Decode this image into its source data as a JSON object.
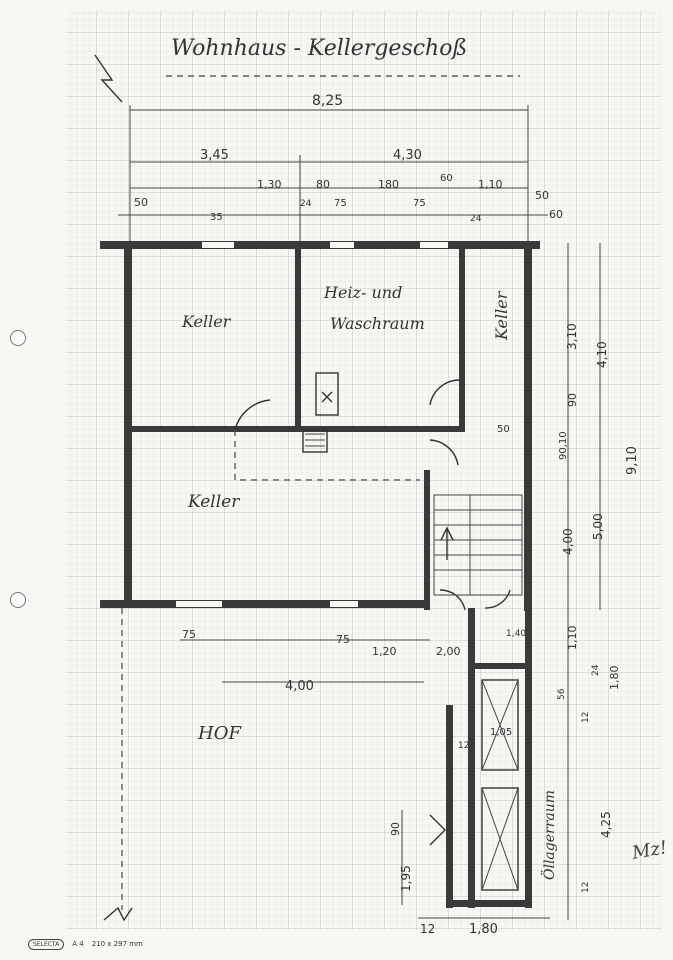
{
  "title": "Wohnhaus - Kellergeschoß",
  "rooms": {
    "keller_top": "Keller",
    "heiz_line1": "Heiz- und",
    "heiz_line2": "Waschraum",
    "keller_right": "Keller",
    "keller_bottom": "Keller",
    "hof": "HOF",
    "oellager": "Öllagerraum"
  },
  "dimensions": {
    "total_width": "8,25",
    "left_part": "3,45",
    "right_part": "4,30",
    "d130": "1,30",
    "d80": "80",
    "d180": "180",
    "d60": "60",
    "d110": "1,10",
    "d50_left": "50",
    "d50_right": "50",
    "d35_left": "35",
    "d24_a": "24",
    "d75_top": "75",
    "d75_mid": "75",
    "d24_b": "24",
    "d60_right": "60",
    "d310": "3,10",
    "d410": "4,10",
    "d90_a": "90",
    "d90_10": "90,10",
    "d910": "9,10",
    "d50_mid": "50",
    "d400_v": "4,00",
    "d500": "5,00",
    "d75_bottom_left": "75",
    "d75_bottom_mid": "75",
    "d120": "1,20",
    "d200": "2,00",
    "d400_h": "4,00",
    "d110_v": "1,10",
    "d24_v": "24",
    "d180_v": "1,80",
    "d56": "56",
    "d12_v": "12",
    "d105": "1,05",
    "d12_a": "12",
    "d425": "4,25",
    "d90_b": "90",
    "d195": "1,95",
    "d12_bottom": "12",
    "d180_bottom": "1,80",
    "d12_right": "12",
    "d1_40": "1,40"
  },
  "footer": {
    "brand": "SELECTA",
    "paper": "A 4",
    "size": "210 x 297 mm"
  },
  "colors": {
    "paper": "#f7f7f4",
    "grid": "#c9c9c6",
    "wall": "#3a3a3a"
  }
}
